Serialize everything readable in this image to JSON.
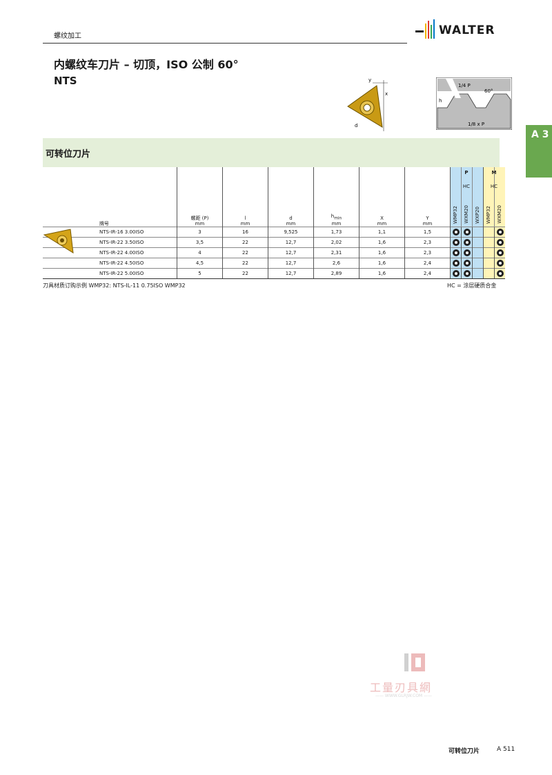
{
  "header": {
    "section": "螺纹加工",
    "brand": "WALTER"
  },
  "title": "内螺纹车刀片 – 切顶，ISO 公制 60°",
  "subtitle": "NTS",
  "side_tab": "A 3",
  "band_title": "可转位刀片",
  "diagram": {
    "y": "y",
    "x": "x",
    "d": "d",
    "quarter_p": "1/4 P",
    "eighth_p": "1/8 x P",
    "h": "h",
    "angle": "60°"
  },
  "table": {
    "columns": {
      "name": "牌号",
      "pitch": "螺距 (P)",
      "pitch_unit": "mm",
      "l": "l",
      "l_unit": "mm",
      "d": "d",
      "d_unit": "mm",
      "hmin": "h",
      "hmin_sub": "min",
      "hmin_unit": "mm",
      "x": "X",
      "x_unit": "mm",
      "y": "Y",
      "y_unit": "mm"
    },
    "groups": {
      "p_label": "P",
      "p_hc": "HC",
      "m_label": "M",
      "m_hc": "HC",
      "grades": [
        "WMP32",
        "WXM20",
        "WXP20",
        "WMP32",
        "WXM20"
      ]
    },
    "rows": [
      {
        "name": "NTS-IR-16 3.00ISO",
        "pitch": "3",
        "l": "16",
        "d": "9,525",
        "hmin": "1,73",
        "x": "1,1",
        "y": "1,5"
      },
      {
        "name": "NTS-IR-22 3.50ISO",
        "pitch": "3,5",
        "l": "22",
        "d": "12,7",
        "hmin": "2,02",
        "x": "1,6",
        "y": "2,3"
      },
      {
        "name": "NTS-IR-22 4.00ISO",
        "pitch": "4",
        "l": "22",
        "d": "12,7",
        "hmin": "2,31",
        "x": "1,6",
        "y": "2,3"
      },
      {
        "name": "NTS-IR-22 4.50ISO",
        "pitch": "4,5",
        "l": "22",
        "d": "12,7",
        "hmin": "2,6",
        "x": "1,6",
        "y": "2,4"
      },
      {
        "name": "NTS-IR-22 5.00ISO",
        "pitch": "5",
        "l": "22",
        "d": "12,7",
        "hmin": "2,89",
        "x": "1,6",
        "y": "2,4"
      }
    ]
  },
  "footnote_left": "刀具材质订购示例 WMP32: NTS-IL-11 0.75ISO WMP32",
  "footnote_right": "HC = 涂层硬质合金",
  "watermark": {
    "text": "工量刃具網",
    "url": "—— WWW.GLRJW.COM ——"
  },
  "footer": {
    "label": "可转位刀片",
    "page": "A 511"
  },
  "colors": {
    "p_group": "#bfe0f4",
    "m_group": "#fff4b8",
    "band": "#e4efd9",
    "tab": "#6aa84f"
  }
}
